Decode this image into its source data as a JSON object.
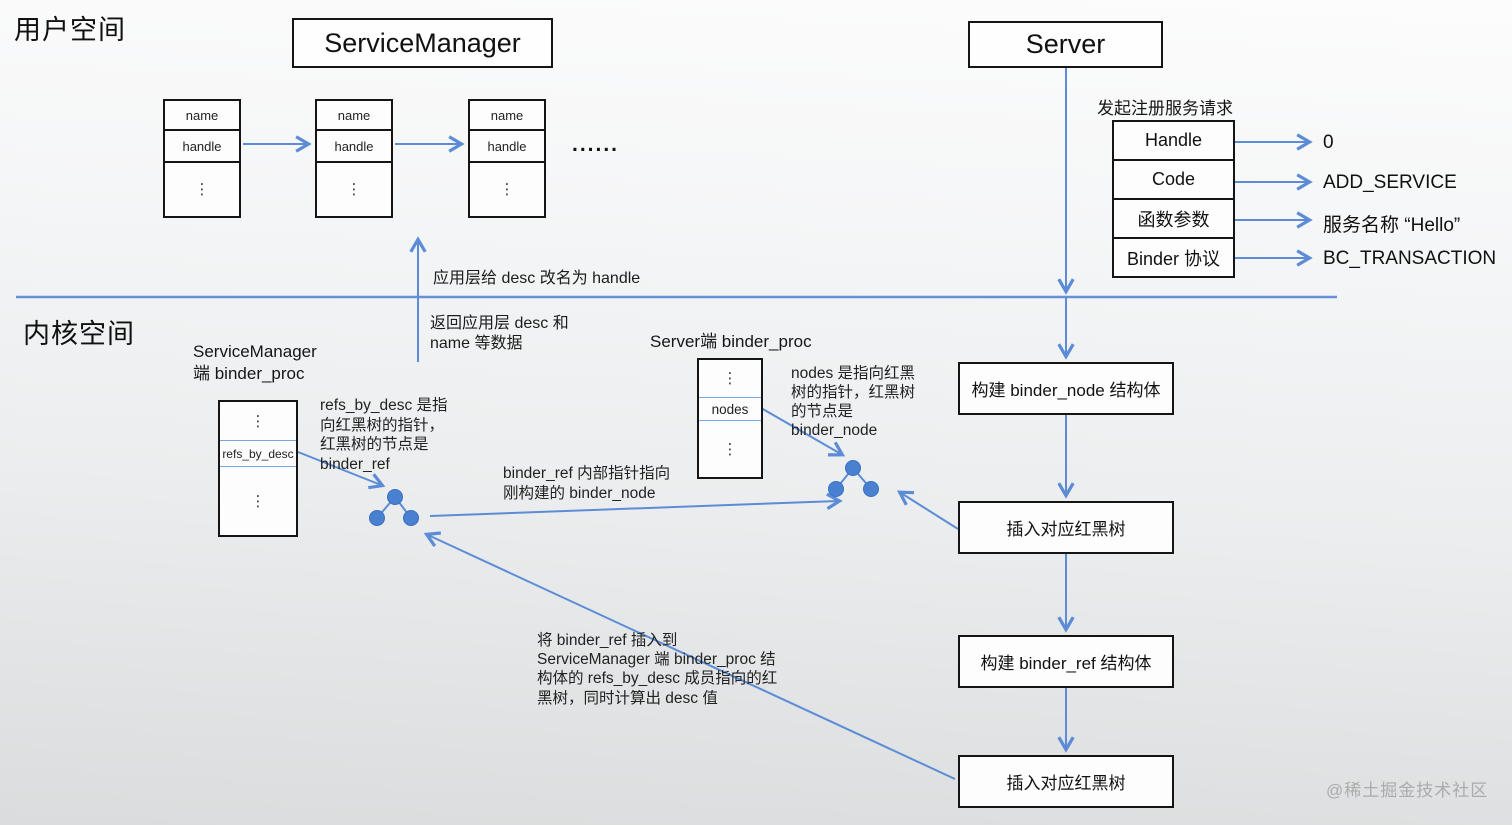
{
  "glyphs": {
    "vellipsis": "⋮",
    "more_dots": "......"
  },
  "user_space": {
    "label": "用户空间",
    "service_manager_title": "ServiceManager",
    "server_title": "Server",
    "list_node_fields": {
      "name": "name",
      "handle": "handle"
    },
    "request_label": "发起注册服务请求",
    "struct_rows": [
      {
        "field": "Handle",
        "value": "0"
      },
      {
        "field": "Code",
        "value": "ADD_SERVICE"
      },
      {
        "field": "函数参数",
        "value": "服务名称 “Hello”"
      },
      {
        "field": "Binder 协议",
        "value": "BC_TRANSACTION"
      }
    ]
  },
  "kernel_space": {
    "label": "内核空间",
    "rename_note": "应用层给 desc 改名为 handle",
    "return_note_lines": [
      "返回应用层 desc  和",
      "name 等数据"
    ],
    "sm_proc_label_lines": [
      "ServiceManager",
      "端 binder_proc"
    ],
    "sm_proc_field": "refs_by_desc",
    "refs_note_lines": [
      "refs_by_desc 是指",
      "向红黑树的指针，",
      "红黑树的节点是",
      "binder_ref"
    ],
    "server_proc_label": "Server端 binder_proc",
    "server_proc_field": "nodes",
    "nodes_note_lines": [
      "nodes 是指向红黑",
      "树的指针，红黑树",
      "的节点是",
      "binder_node"
    ],
    "ref_to_node_note_lines": [
      "binder_ref 内部指针指向",
      "刚构建的 binder_node"
    ],
    "insert_note_lines": [
      "将 binder_ref 插入到",
      "ServiceManager 端 binder_proc 结",
      "构体的 refs_by_desc 成员指向的红",
      "黑树，同时计算出 desc 值"
    ],
    "flow_boxes": [
      "构建 binder_node 结构体",
      "插入对应红黑树",
      "构建 binder_ref 结构体",
      "插入对应红黑树"
    ]
  },
  "watermark": "@稀土掘金技术社区",
  "colors": {
    "arrow_blue": "#5b8cd5",
    "divider_blue": "#6690d8",
    "tree_node_fill": "#4a80d0",
    "tree_node_stroke": "#3a70c0",
    "box_border": "#151515"
  }
}
